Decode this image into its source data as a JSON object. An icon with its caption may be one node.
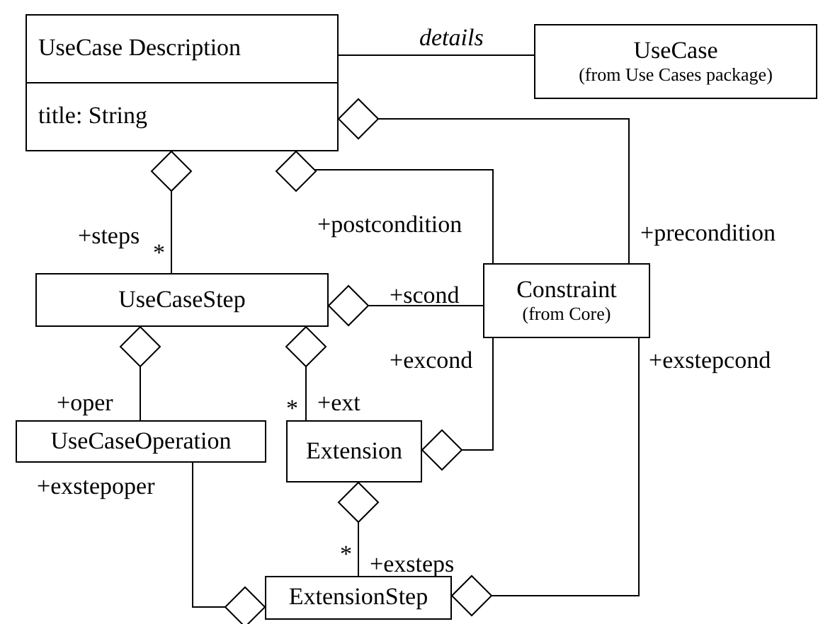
{
  "diagram": {
    "nodes": [
      {
        "text": [
          "UseCase Description",
          "title: String"
        ]
      },
      {
        "text": [
          "UseCase",
          "(from Use Cases package)"
        ]
      },
      {
        "text": [
          "UseCaseStep"
        ]
      },
      {
        "text": [
          "Constraint",
          "(from Core)"
        ]
      },
      {
        "text": [
          "UseCaseOperation"
        ]
      },
      {
        "text": [
          "Extension"
        ]
      },
      {
        "text": [
          "ExtensionStep"
        ]
      }
    ],
    "edges": [
      {
        "from": 0,
        "to": 1,
        "arrow": "none",
        "label": "details"
      },
      {
        "from": 0,
        "to": 3,
        "arrow": "other",
        "label": "+precondition"
      },
      {
        "from": 0,
        "to": 2,
        "arrow": "other",
        "label": "+steps"
      },
      {
        "from": 0,
        "to": 3,
        "arrow": "other",
        "label": "+postcondition"
      },
      {
        "from": 2,
        "to": 3,
        "arrow": "other",
        "label": "+scond"
      },
      {
        "from": 2,
        "to": 4,
        "arrow": "other",
        "label": "+oper"
      },
      {
        "from": 2,
        "to": 5,
        "arrow": "other",
        "label": "+ext"
      },
      {
        "from": 5,
        "to": 3,
        "arrow": "other",
        "label": "+excond"
      },
      {
        "from": 5,
        "to": 6,
        "arrow": "other",
        "label": "+exsteps"
      },
      {
        "from": 6,
        "to": 4,
        "arrow": "other",
        "label": "+exstepoper"
      },
      {
        "from": 6,
        "to": 3,
        "arrow": "other",
        "label": "+exstepcond"
      }
    ],
    "labels": [
      "*",
      "*",
      "*"
    ]
  }
}
